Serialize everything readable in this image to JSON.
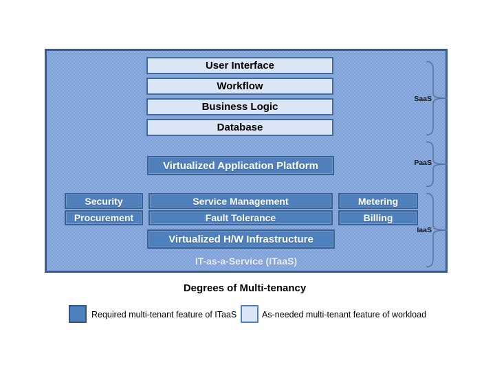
{
  "title": "Degrees of Multi-tenancy",
  "container": {
    "label": "IT-as-a-Service (ITaaS)"
  },
  "saas_stack": [
    "User Interface",
    "Workflow",
    "Business Logic",
    "Database"
  ],
  "paas_box": "Virtualized Application Platform",
  "iaas": {
    "row1": [
      "Security",
      "Service Management",
      "Metering"
    ],
    "row2": [
      "Procurement",
      "Fault Tolerance",
      "Billing"
    ],
    "infrastructure": "Virtualized H/W Infrastructure"
  },
  "braces": {
    "saas": "SaaS",
    "paas": "PaaS",
    "iaas": "IaaS"
  },
  "legend": {
    "required": {
      "label": "Required multi-tenant feature of ITaaS",
      "color": "#4E81BD"
    },
    "as_needed": {
      "label": "As-needed multi-tenant feature of workload",
      "color": "#DCE6F3"
    }
  },
  "colors": {
    "panel_fill": "#86A8DA",
    "panel_border": "#3A5C8C",
    "dark_box_fill": "#4E81BD",
    "dark_box_border": "#3A608F",
    "light_box_fill": "#DCE6F3",
    "light_box_border": "#45689B",
    "brace_stroke": "#54749E"
  }
}
